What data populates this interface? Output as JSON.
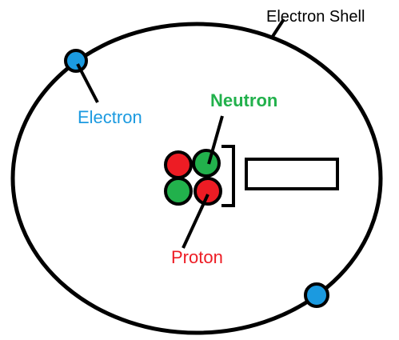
{
  "labels": {
    "shell": "Electron Shell",
    "electron": "Electron",
    "neutron": "Neutron",
    "proton": "Proton"
  },
  "colors": {
    "outline": "#000000",
    "electron": "#1b9ae0",
    "neutron": "#22b14c",
    "proton": "#ed1c24",
    "background": "#ffffff"
  }
}
